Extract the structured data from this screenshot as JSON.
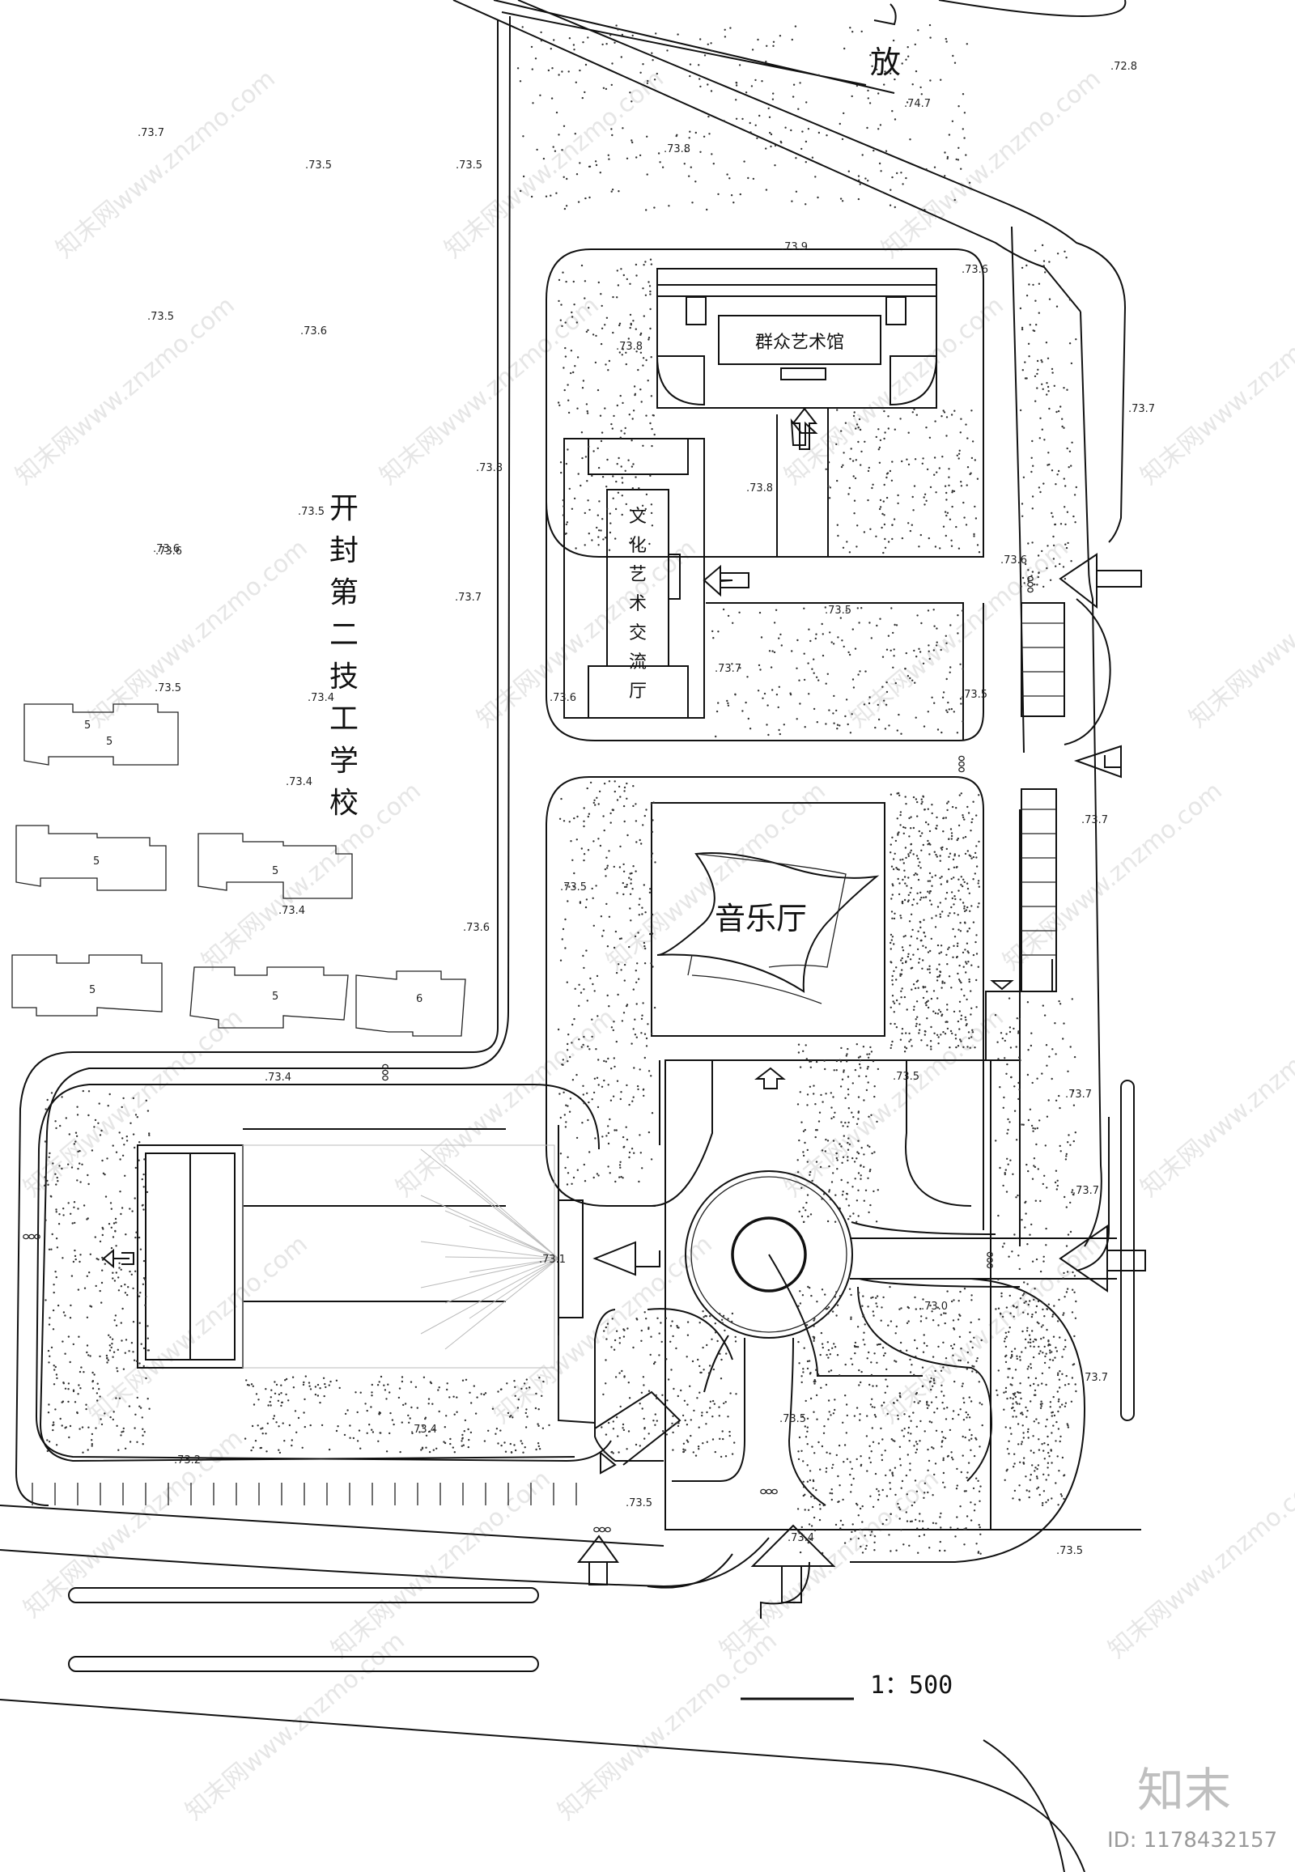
{
  "labels": {
    "road": "放",
    "gallery": "群众艺术馆",
    "culture_hall": "文化艺术交流厅",
    "music_hall": "音乐厅",
    "school": "开封第二技工学校",
    "scale": "1：500",
    "brand": "知末",
    "id": "ID: 1178432157",
    "watermark": "知末网www.znzmo.com"
  },
  "elevations": [
    ".73.7",
    ".73.5",
    ".73.5",
    ".73.5",
    ".73.6",
    ".73.6",
    ".73.8",
    ".73.5",
    ".73.6",
    ".73.7",
    ".73.5",
    ".73.4",
    ".73.4",
    ".73.4",
    ".73.6",
    ".73.4",
    ".73.2",
    ".73.4",
    ".72.8",
    ".74.7",
    ".73.8",
    ".73.9",
    ".73.6",
    ".73.8",
    ".73.8",
    ".73.7",
    ".73.6",
    ".73.5",
    ".73.7",
    ".73.5",
    ".73.6",
    ".73.7",
    ".73.5",
    ".73.7",
    ".73.5",
    ".73.1",
    ".73.0",
    ".73.7",
    ".73.5",
    ".73.5",
    ".73.4",
    ".73.5",
    ".73.7"
  ],
  "floor_counts": [
    "5",
    "5",
    "5",
    "5",
    "5",
    "5",
    "6"
  ]
}
